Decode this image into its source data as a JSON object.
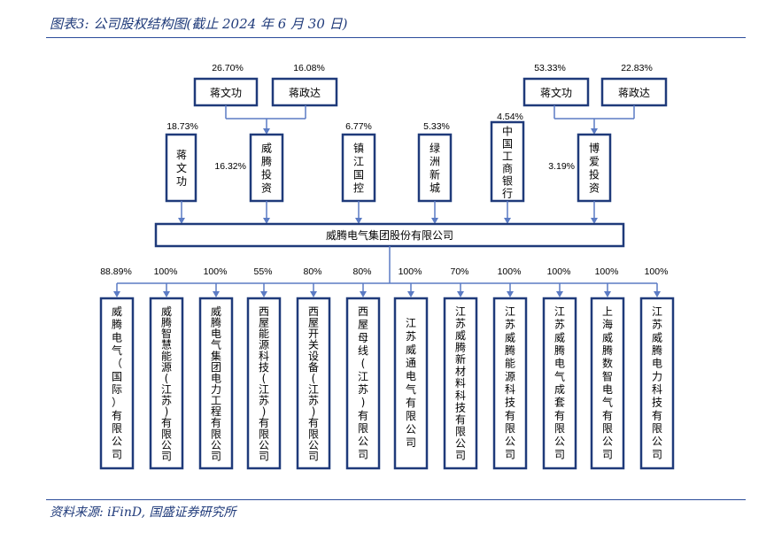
{
  "header": {
    "title": "图表3:  公司股权结构图(截止 2024 年 6 月 30 日)"
  },
  "footer": {
    "source": "资料来源:  iFinD,  国盛证券研究所"
  },
  "top_shareholders": [
    {
      "name": "蒋文功",
      "pct": "26.70%"
    },
    {
      "name": "蒋政达",
      "pct": "16.08%"
    },
    {
      "name": "蒋文功",
      "pct": "53.33%"
    },
    {
      "name": "蒋政达",
      "pct": "22.83%"
    }
  ],
  "shareholders": [
    {
      "name": "蒋文功",
      "pct": "18.73%"
    },
    {
      "name": "威腾投资",
      "pct": "16.32%"
    },
    {
      "name": "镇江国控",
      "pct": "6.77%"
    },
    {
      "name": "绿洲新城",
      "pct": "5.33%"
    },
    {
      "name": "中国工商银行",
      "pct": "4.54%"
    },
    {
      "name": "博爱投资",
      "pct": "3.19%"
    }
  ],
  "company": {
    "name": "威腾电气集团股份有限公司"
  },
  "subsidiaries": [
    {
      "name": "威腾电气（国际）有限公司",
      "pct": "88.89%"
    },
    {
      "name": "威腾智慧能源(江苏)有限公司",
      "pct": "100%"
    },
    {
      "name": "威腾电气集团电力工程有限公司",
      "pct": "100%"
    },
    {
      "name": "西屋能源科技(江苏)有限公司",
      "pct": "55%"
    },
    {
      "name": "西屋开关设备(江苏)有限公司",
      "pct": "80%"
    },
    {
      "name": "西屋母线(江苏)有限公司",
      "pct": "80%"
    },
    {
      "name": "江苏威通电气有限公司",
      "pct": "100%"
    },
    {
      "name": "江苏威腾新材料科技有限公司",
      "pct": "70%"
    },
    {
      "name": "江苏威腾能源科技有限公司",
      "pct": "100%"
    },
    {
      "name": "江苏威腾电气成套有限公司",
      "pct": "100%"
    },
    {
      "name": "上海威腾数智电气有限公司",
      "pct": "100%"
    },
    {
      "name": "江苏威腾电力科技有限公司",
      "pct": "100%"
    }
  ]
}
